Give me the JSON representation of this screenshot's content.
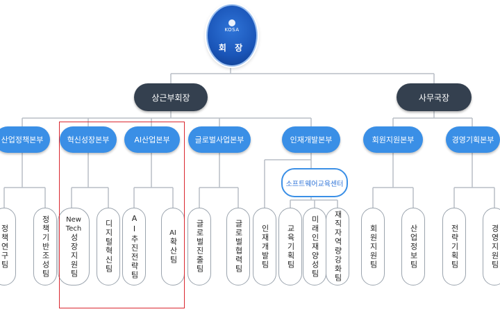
{
  "ceo": {
    "logo_text": "KOSA",
    "title": "회 장"
  },
  "level1": {
    "vice_chair": "상근부회장",
    "secretary_general": "사무국장"
  },
  "divisions": {
    "industry_policy": "산업정책본부",
    "innovation_growth": "혁신성장본부",
    "ai_industry": "AI산업본부",
    "global_business": "글로벌사업본부",
    "talent_development": "인재개발본부",
    "member_support": "회원지원본부",
    "management_planning": "경영기획본부"
  },
  "sw_center": "소프트웨어교육센터",
  "teams": {
    "policy_research": "정책연구팀",
    "policy_base": "정책기반조성팀",
    "newtech_line1": "New",
    "newtech_line2": "Tech",
    "newtech_rest": "성장지원팀",
    "digital_tech": "디지털혁신팀",
    "ai_strategy": "AI추진전략팀",
    "ai_spread_prefix": "AI",
    "ai_spread": "확산팀",
    "global_expansion": "글로벌진출팀",
    "global_cooperation": "글로벌협력팀",
    "talent_dev": "인재개발팀",
    "edu_planning": "교육기획팀",
    "future_talent": "미래인재양성팀",
    "reskilling": "재직자역량강화팀",
    "member_support": "회원지원팀",
    "industry_info": "산업정보팀",
    "strategy_planning": "전략기획팀",
    "management_support": "경영지원팀"
  },
  "colors": {
    "dark": "#34404f",
    "blue": "#3a8fe6",
    "highlight": "#d9262e",
    "line": "#b8bec6"
  }
}
